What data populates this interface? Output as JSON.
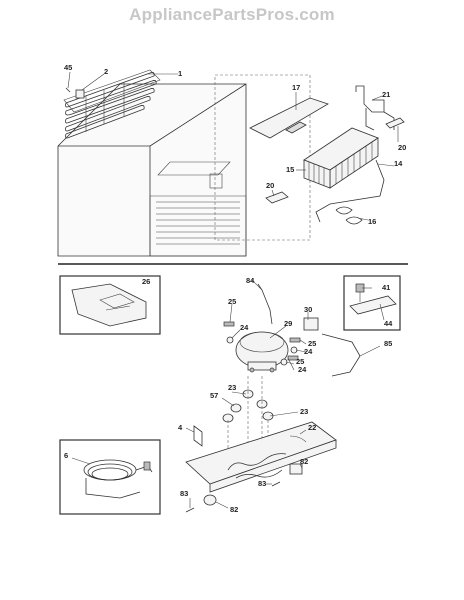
{
  "header": {
    "site_title": "AppliancePartsPros.com"
  },
  "diagram": {
    "callouts_upper": [
      "45",
      "2",
      "1",
      "17",
      "21",
      "20",
      "14",
      "15",
      "20",
      "16"
    ],
    "callouts_lower": [
      "84",
      "26",
      "25",
      "30",
      "41",
      "29",
      "24",
      "44",
      "25",
      "24",
      "85",
      "23",
      "24",
      "25",
      "57",
      "23",
      "4",
      "22",
      "6",
      "82",
      "83",
      "83",
      "82"
    ]
  }
}
